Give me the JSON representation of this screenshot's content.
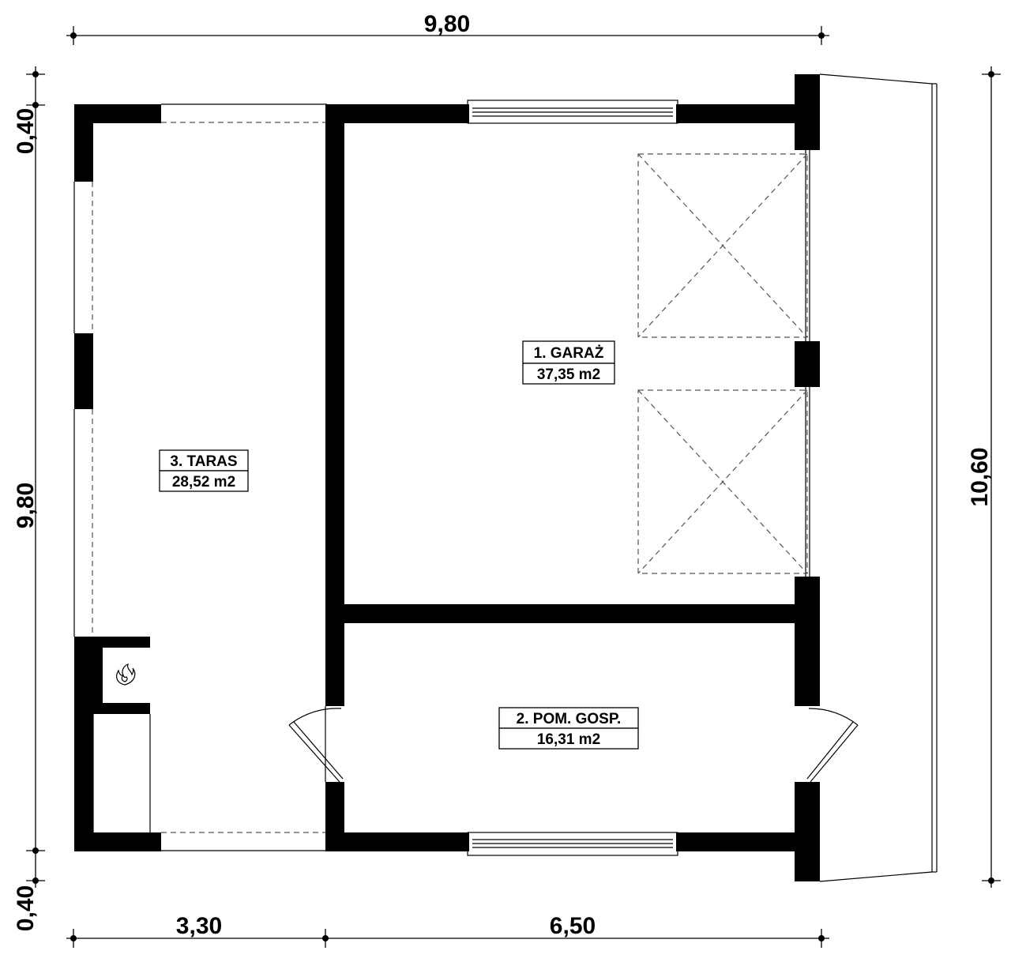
{
  "dimensions": {
    "top_width": "9,80",
    "left_height": "9,80",
    "left_top_offset": "0,40",
    "left_bottom_offset": "0,40",
    "right_height": "10,60",
    "bottom_left_width": "3,30",
    "bottom_right_width": "6,50"
  },
  "rooms": [
    {
      "name": "1. GARAŻ",
      "area": "37,35 m2"
    },
    {
      "name": "2. POM. GOSP.",
      "area": "16,31 m2"
    },
    {
      "name": "3. TARAS",
      "area": "28,52 m2"
    }
  ],
  "icons": {
    "fireplace": "fire-icon"
  },
  "colors": {
    "wall": "#000000",
    "background": "#ffffff"
  }
}
